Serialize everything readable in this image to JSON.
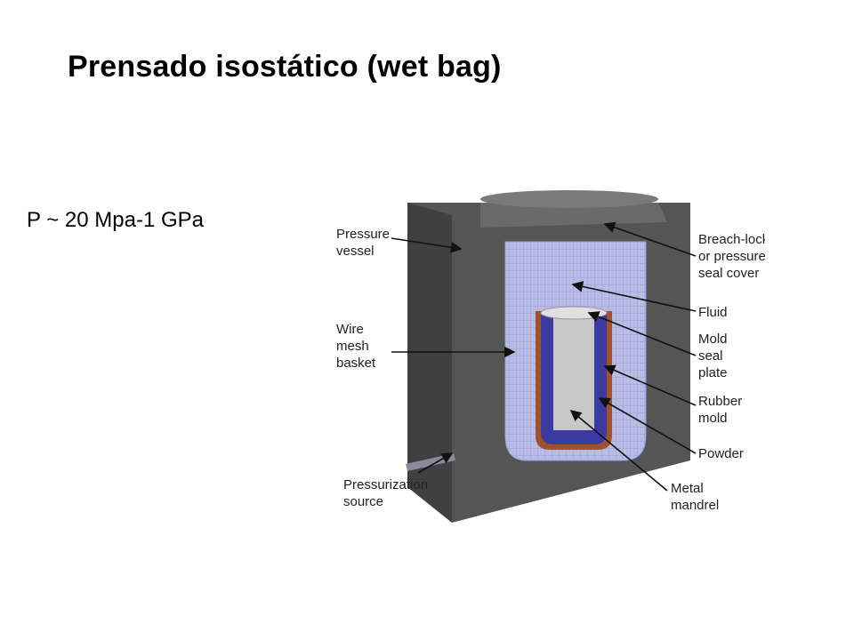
{
  "title": "Prensado isostático (wet bag)",
  "subtitle": "P ~ 20 Mpa-1 GPa",
  "diagram": {
    "labels": {
      "pressure_vessel": [
        "Pressure",
        "vessel"
      ],
      "wire_mesh_basket": [
        "Wire",
        "mesh",
        "basket"
      ],
      "pressurization_source": [
        "Pressurization",
        "source"
      ],
      "breach_lock": [
        "Breach-lock",
        "or pressure",
        "seal cover"
      ],
      "fluid": [
        "Fluid"
      ],
      "mold_seal_plate": [
        "Mold",
        "seal",
        "plate"
      ],
      "rubber_mold": [
        "Rubber",
        "mold"
      ],
      "powder": [
        "Powder"
      ],
      "metal_mandrel": [
        "Metal",
        "mandrel"
      ]
    },
    "colors": {
      "vessel": "#555555",
      "vessel_dark": "#3c3c3c",
      "fluid": "#b9bde6",
      "rubber_mold": "#a0522d",
      "powder": "#3b3aa0",
      "mandrel": "#c8c8c8"
    }
  }
}
